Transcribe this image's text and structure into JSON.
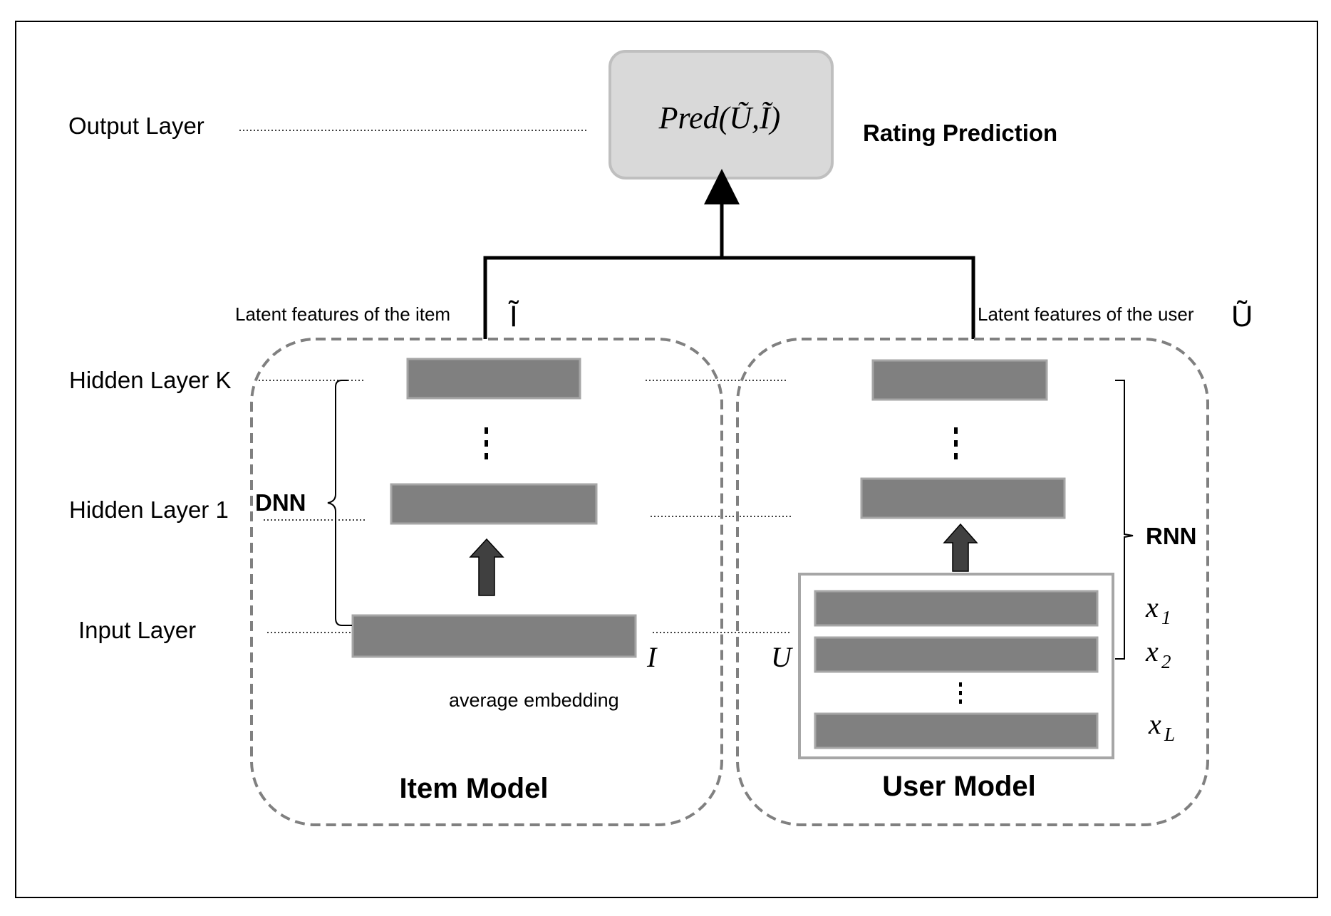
{
  "layers": {
    "output": "Output Layer",
    "hidden_k": "Hidden Layer K",
    "hidden_1": "Hidden Layer 1",
    "input": "Input Layer"
  },
  "prediction": {
    "formula": "Pred(Ũ,Ĩ)",
    "label": "Rating Prediction"
  },
  "item_side": {
    "latent_label": "Latent features of the item",
    "latent_symbol": "Ĩ",
    "network_label": "DNN",
    "input_symbol": "I",
    "embedding_label": "average embedding",
    "model_title": "Item Model"
  },
  "user_side": {
    "latent_label": "Latent features of the user",
    "latent_symbol": "Ũ",
    "network_label": "RNN",
    "input_symbol": "U",
    "sequence_labels": [
      "x1",
      "x2",
      "xL"
    ],
    "model_title": "User Model"
  },
  "colors": {
    "bar_fill": "#808080",
    "bar_stroke": "#a6a6a6",
    "prediction_fill": "#d9d9d9",
    "dashed_border": "#808080",
    "arrow_fill": "#404040"
  }
}
